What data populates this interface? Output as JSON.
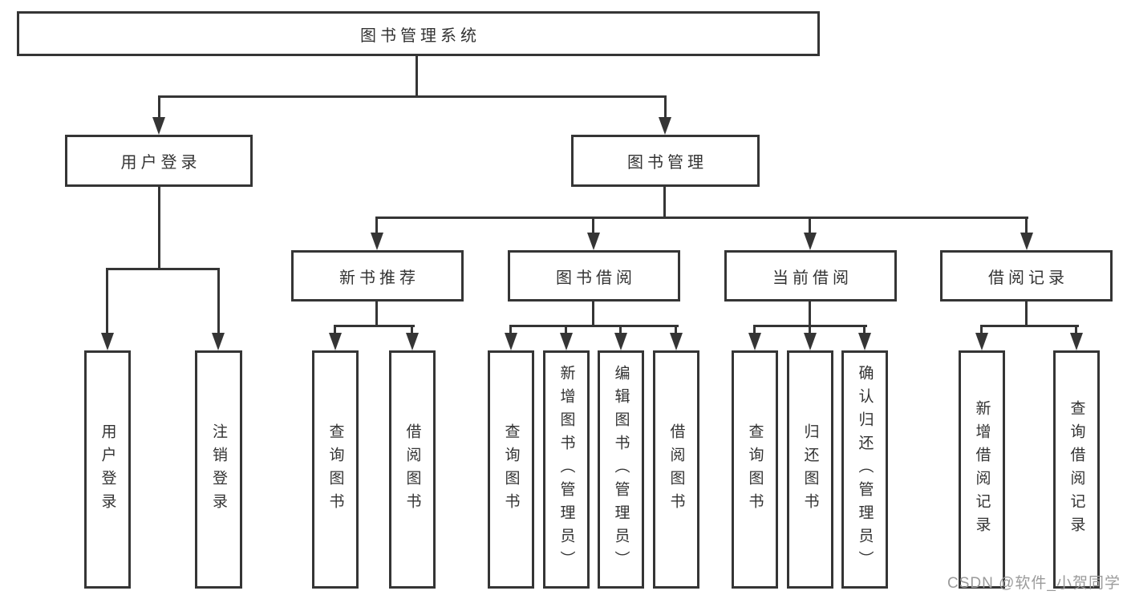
{
  "diagram": {
    "root": {
      "label": "图书管理系统"
    },
    "children": [
      {
        "label": "用户登录",
        "children": [
          {
            "label": "用户登录"
          },
          {
            "label": "注销登录"
          }
        ]
      },
      {
        "label": "图书管理",
        "children": [
          {
            "label": "新书推荐",
            "children": [
              {
                "label": "查询图书"
              },
              {
                "label": "借阅图书"
              }
            ]
          },
          {
            "label": "图书借阅",
            "children": [
              {
                "label": "查询图书"
              },
              {
                "label": "新增图书（管理员）"
              },
              {
                "label": "编辑图书（管理员）"
              },
              {
                "label": "借阅图书"
              }
            ]
          },
          {
            "label": "当前借阅",
            "children": [
              {
                "label": "查询图书"
              },
              {
                "label": "归还图书"
              },
              {
                "label": "确认归还（管理员）"
              }
            ]
          },
          {
            "label": "借阅记录",
            "children": [
              {
                "label": "新增借阅记录"
              },
              {
                "label": "查询借阅记录"
              }
            ]
          }
        ]
      }
    ]
  },
  "watermark": {
    "label": "CSDN @软件_小贺同学"
  },
  "colors": {
    "line": "#353535",
    "text": "#333333",
    "watermark": "#9b9b9b",
    "background": "#ffffff"
  }
}
